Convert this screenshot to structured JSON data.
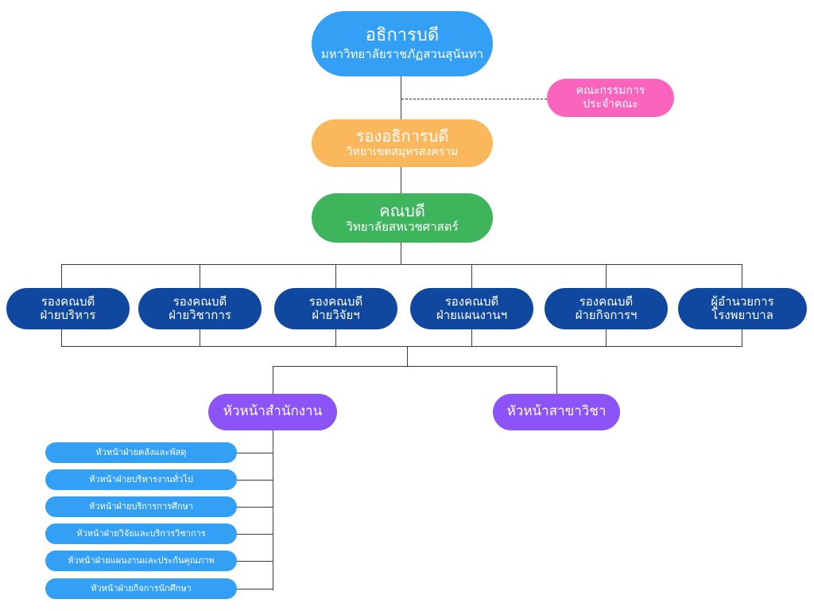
{
  "chart_data": {
    "type": "diagram",
    "title": "",
    "orientation": "top-down",
    "colors": {
      "rector": "#339FF5",
      "committee": "#FB64BD",
      "vice_rector": "#FBB75C",
      "dean": "#3EB55C",
      "associate_dean": "#10489F",
      "head": "#8C54F7",
      "sub_division": "#339FF5",
      "connector": "#3b3b3b",
      "background": "#FFFFFF"
    }
  },
  "nodes": {
    "rector": {
      "title": "อธิการบดี",
      "subtitle": "มหาวิทยาลัยราชภัฏสวนสุนันทา"
    },
    "committee": {
      "title": "คณะกรรมการ",
      "subtitle": "ประจำคณะ"
    },
    "vice_rector": {
      "title": "รองอธิการบดี",
      "subtitle": "วิทยาเขตสมุทรสงคราม"
    },
    "dean": {
      "title": "คณบดี",
      "subtitle": "วิทยาลัยสหเวชศาสตร์"
    },
    "associate_deans": [
      {
        "title": "รองคณบดี",
        "subtitle": "ฝ่ายบริหาร"
      },
      {
        "title": "รองคณบดี",
        "subtitle": "ฝ่ายวิชาการ"
      },
      {
        "title": "รองคณบดี",
        "subtitle": "ฝ่ายวิจัยฯ"
      },
      {
        "title": "รองคณบดี",
        "subtitle": "ฝ่ายแผนงานฯ"
      },
      {
        "title": "รองคณบดี",
        "subtitle": "ฝ่ายกิจการฯ"
      },
      {
        "title": "ผู้อำนวยการ",
        "subtitle": "โรงพยาบาล"
      }
    ],
    "heads": [
      {
        "title": "หัวหน้าสำนักงาน"
      },
      {
        "title": "หัวหน้าสาขาวิชา"
      }
    ],
    "sub_divisions": [
      {
        "title": "หัวหน้าฝ่ายคลังและพัสดุ"
      },
      {
        "title": "หัวหน้าฝ่ายบริหารงานทั่วไป"
      },
      {
        "title": "หัวหน้าฝ่ายบริการการศึกษา"
      },
      {
        "title": "หัวหน้าฝ่ายวิจัยและบริการวิชาการ"
      },
      {
        "title": "หัวหน้าฝ่ายแผนงานและประกันคุณภาพ"
      },
      {
        "title": "หัวหน้าฝ่ายกิจการนักศึกษา"
      }
    ]
  }
}
